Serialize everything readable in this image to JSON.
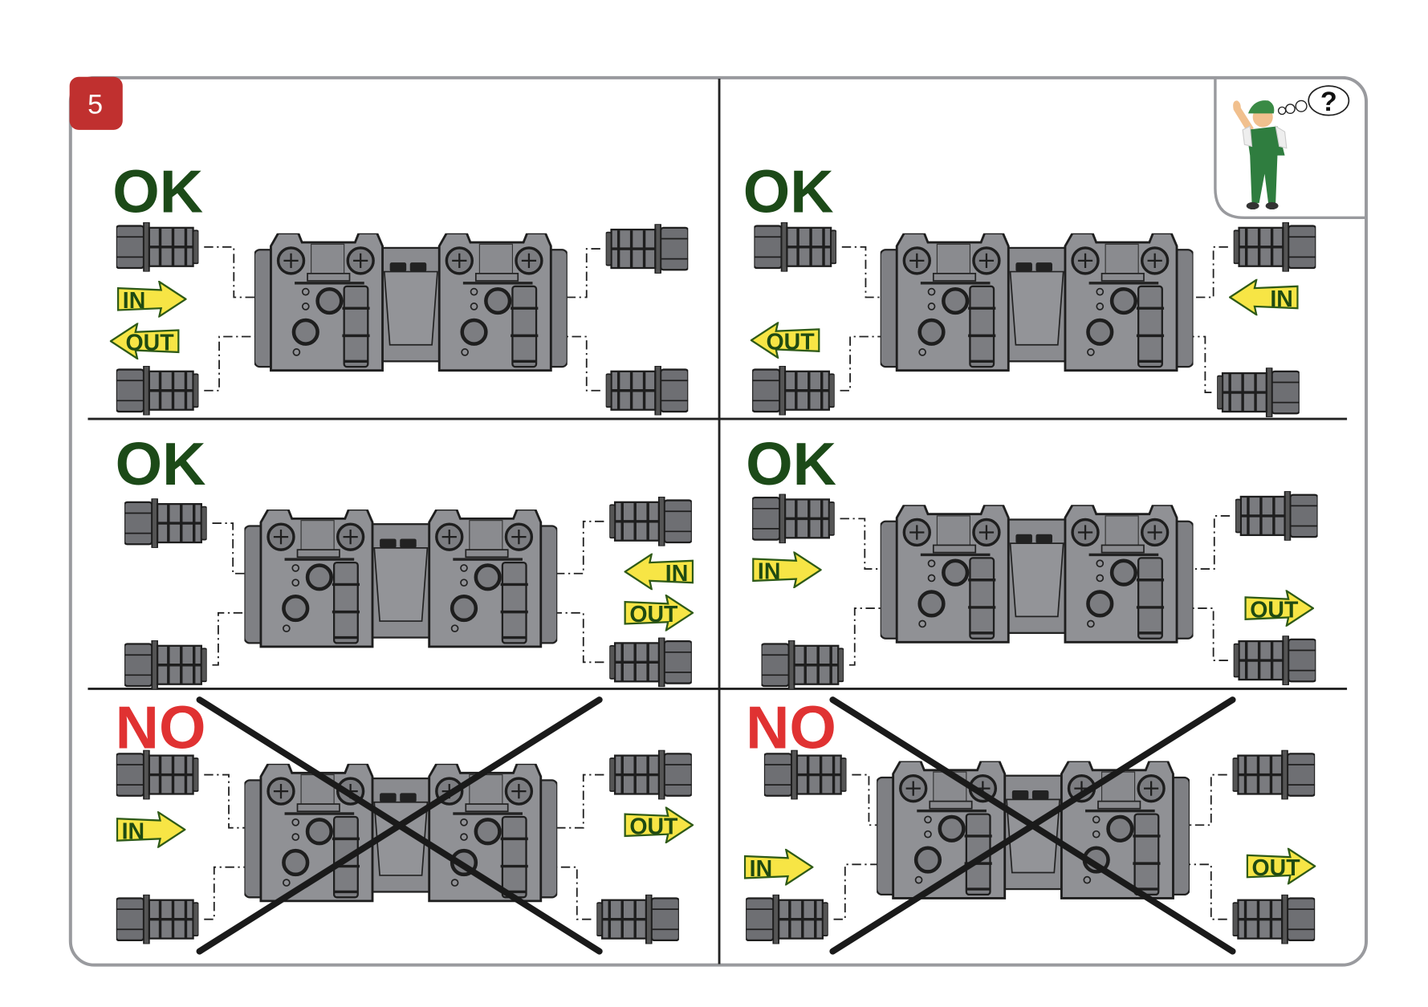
{
  "step_number": "5",
  "colors": {
    "ok": "#1c4a18",
    "no": "#e03232",
    "badge": "#c0302f",
    "arrow_fill": "#f7e545",
    "arrow_stroke": "#2e5a17",
    "device": "#8e8f93"
  },
  "help_icon": {
    "symbol": "?"
  },
  "panels": [
    {
      "verdict": "OK",
      "type": "ok",
      "arrows": [
        {
          "label": "IN",
          "direction": "right"
        },
        {
          "label": "OUT",
          "direction": "left"
        }
      ]
    },
    {
      "verdict": "OK",
      "type": "ok",
      "arrows": [
        {
          "label": "OUT",
          "direction": "left"
        },
        {
          "label": "IN",
          "direction": "left"
        }
      ]
    },
    {
      "verdict": "OK",
      "type": "ok",
      "arrows": [
        {
          "label": "IN",
          "direction": "left"
        },
        {
          "label": "OUT",
          "direction": "right"
        }
      ]
    },
    {
      "verdict": "OK",
      "type": "ok",
      "arrows": [
        {
          "label": "IN",
          "direction": "right"
        },
        {
          "label": "OUT",
          "direction": "right"
        }
      ]
    },
    {
      "verdict": "NO",
      "type": "no",
      "arrows": [
        {
          "label": "IN",
          "direction": "right"
        },
        {
          "label": "OUT",
          "direction": "right"
        }
      ]
    },
    {
      "verdict": "NO",
      "type": "no",
      "arrows": [
        {
          "label": "IN",
          "direction": "right"
        },
        {
          "label": "OUT",
          "direction": "right"
        }
      ]
    }
  ]
}
